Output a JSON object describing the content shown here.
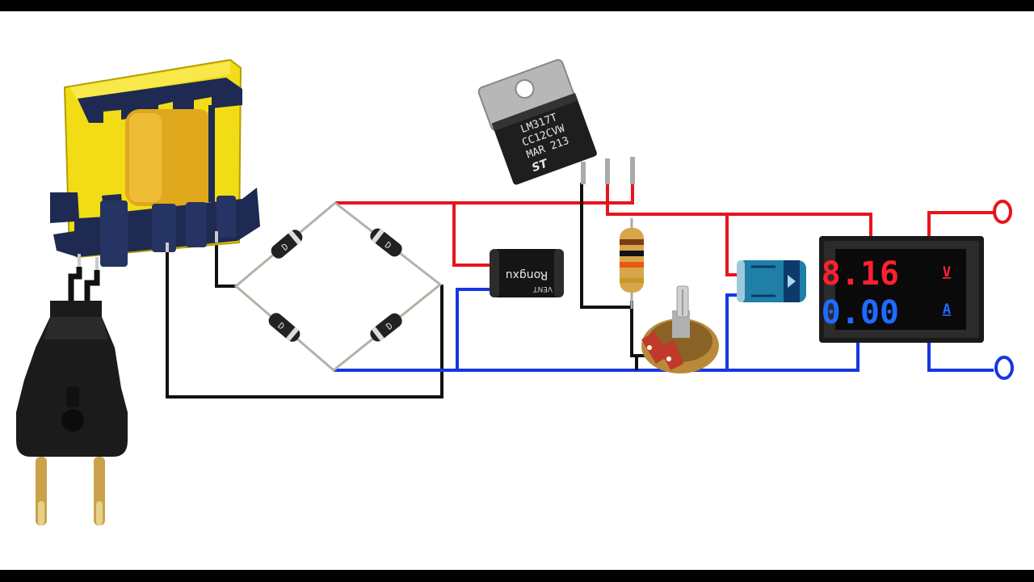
{
  "colors": {
    "positive_wire": "#e8141b",
    "negative_wire": "#1637e0",
    "ground_wire": "#000000",
    "ac_wire": "#111111",
    "diode_lead": "#b8b0a8",
    "bobbin": "#f2dc16",
    "coil": "#e0a81c",
    "volt_display": "#ff2030",
    "amp_display": "#1f6bff",
    "meter_body": "#1a1a1a"
  },
  "regulator": {
    "marking_line1": "LM317T",
    "marking_line2": "CC12CVW",
    "marking_line3": "MAR 213",
    "brand": "ST"
  },
  "filter_capacitor": {
    "brand": "Rongxu",
    "marking": "VENT"
  },
  "diodes": {
    "marking": "D"
  },
  "meter": {
    "voltage_reading": "8.16",
    "voltage_unit": "V",
    "current_reading": "0.00",
    "current_unit": "A"
  },
  "icons": {
    "plug": "power-plug-icon",
    "transformer": "transformer-icon",
    "output_terminal": "ring-terminal-icon"
  }
}
